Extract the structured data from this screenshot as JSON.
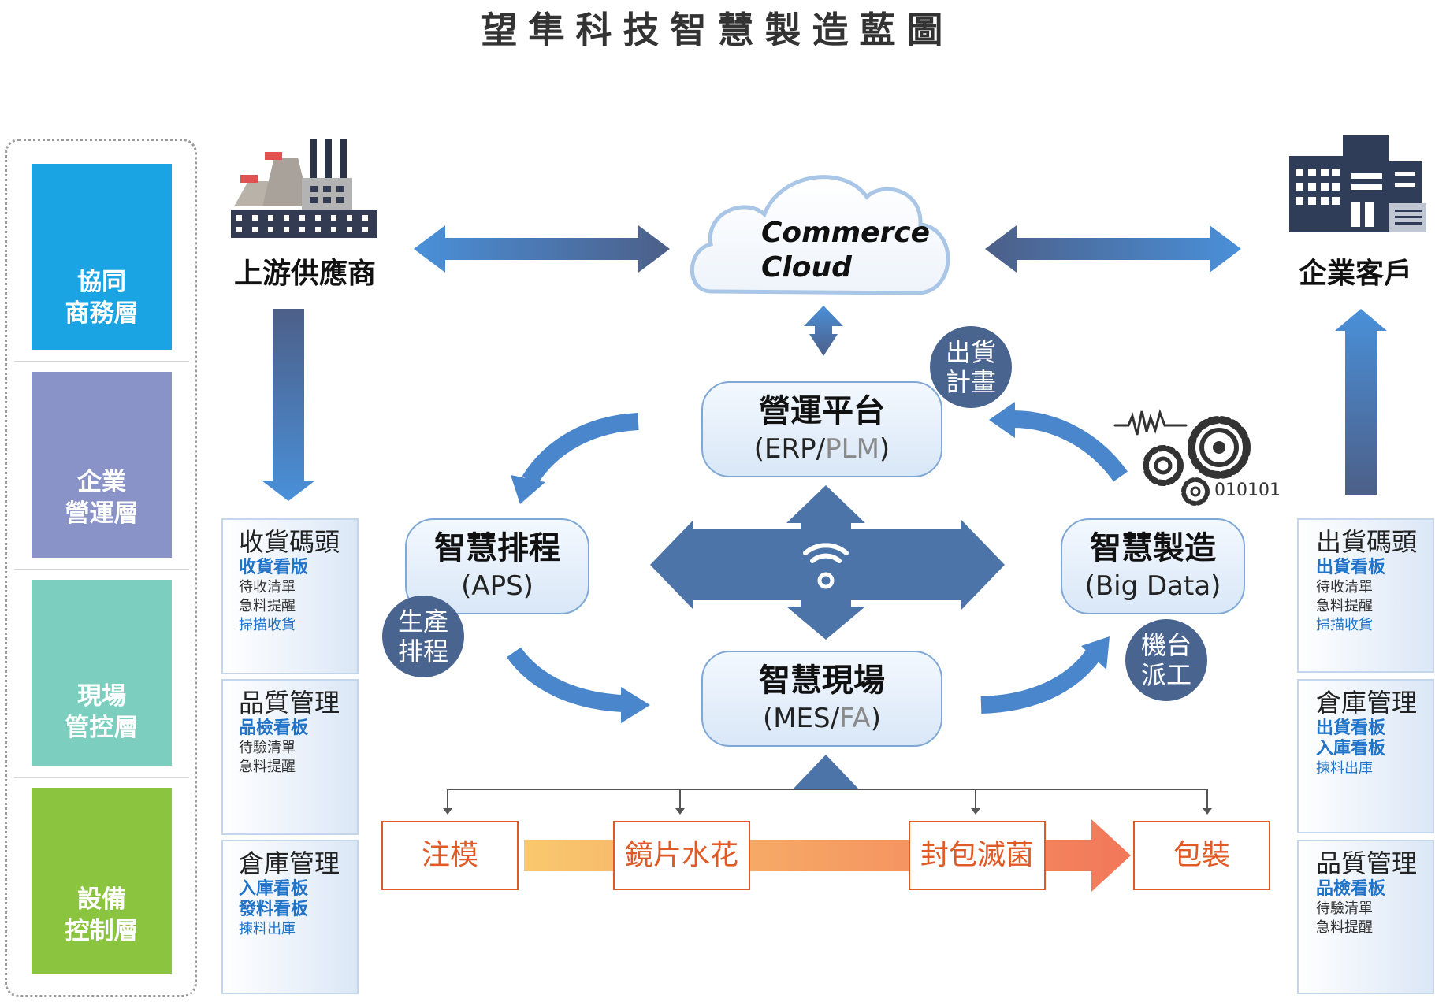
{
  "title": "望隼科技智慧製造藍圖",
  "layers": [
    {
      "label_line1": "協同",
      "label_line2": "商務層",
      "color": "#1aa4e3",
      "icon": "handshake-link-icon"
    },
    {
      "label_line1": "企業",
      "label_line2": "營運層",
      "color": "#8a93c8",
      "icon": "monitor-chart-icon"
    },
    {
      "label_line1": "現場",
      "label_line2": "管控層",
      "color": "#7ccfbf",
      "icon": "eye-gear-icon"
    },
    {
      "label_line1": "設備",
      "label_line2": "控制層",
      "color": "#8bc43f",
      "icon": "wrench-screwdriver-icon"
    }
  ],
  "supplier": {
    "label": "上游供應商",
    "icon": "factory-icon"
  },
  "customer": {
    "label": "企業客戶",
    "icon": "office-building-icon"
  },
  "cloud": {
    "line1": "Commerce",
    "line2": "Cloud"
  },
  "erp": {
    "title": "營運平台",
    "sub_open": "(ERP/",
    "sub_grey": "PLM",
    "sub_close": ")"
  },
  "aps": {
    "title": "智慧排程",
    "sub": "(APS)"
  },
  "bigdata": {
    "title": "智慧製造",
    "sub": "(Big Data)",
    "binary_text": "010101"
  },
  "mes": {
    "title": "智慧現場",
    "sub_open": "(MES/",
    "sub_grey": "FA",
    "sub_close": ")"
  },
  "badges": {
    "shipping_plan": {
      "line1": "出貨",
      "line2": "計畫"
    },
    "production_schedule": {
      "line1": "生產",
      "line2": "排程"
    },
    "machine_dispatch": {
      "line1": "機台",
      "line2": "派工"
    }
  },
  "left_panels": [
    {
      "heading": "收貨碼頭",
      "bold": [
        "收貨看版"
      ],
      "normal": [
        "待收清單",
        "急料提醒"
      ],
      "link": [
        "掃描收貨"
      ]
    },
    {
      "heading": "品質管理",
      "bold": [
        "品檢看板"
      ],
      "normal": [
        "待驗清單",
        "急料提醒"
      ],
      "link": []
    },
    {
      "heading": "倉庫管理",
      "bold": [
        "入庫看板",
        "發料看板"
      ],
      "normal": [],
      "link": [
        "揀料出庫"
      ]
    }
  ],
  "right_panels": [
    {
      "heading": "出貨碼頭",
      "bold": [
        "出貨看板"
      ],
      "normal": [
        "待收清單",
        "急料提醒"
      ],
      "link": [
        "掃描收貨"
      ]
    },
    {
      "heading": "倉庫管理",
      "bold": [
        "出貨看板",
        "入庫看板"
      ],
      "normal": [],
      "link": [
        "揀料出庫"
      ]
    },
    {
      "heading": "品質管理",
      "bold": [
        "品檢看板"
      ],
      "normal": [
        "待驗清單",
        "急料提醒"
      ],
      "link": []
    }
  ],
  "process_steps": [
    "注模",
    "鏡片水花",
    "封包滅菌",
    "包裝"
  ],
  "colors": {
    "pill_border": "#7fa8d6",
    "arrow_dark": "#4c6b9b",
    "arrow_light": "#4a90d9",
    "badge": "#4a6490",
    "process": "#e05a25",
    "panel_link": "#1f73c9"
  }
}
